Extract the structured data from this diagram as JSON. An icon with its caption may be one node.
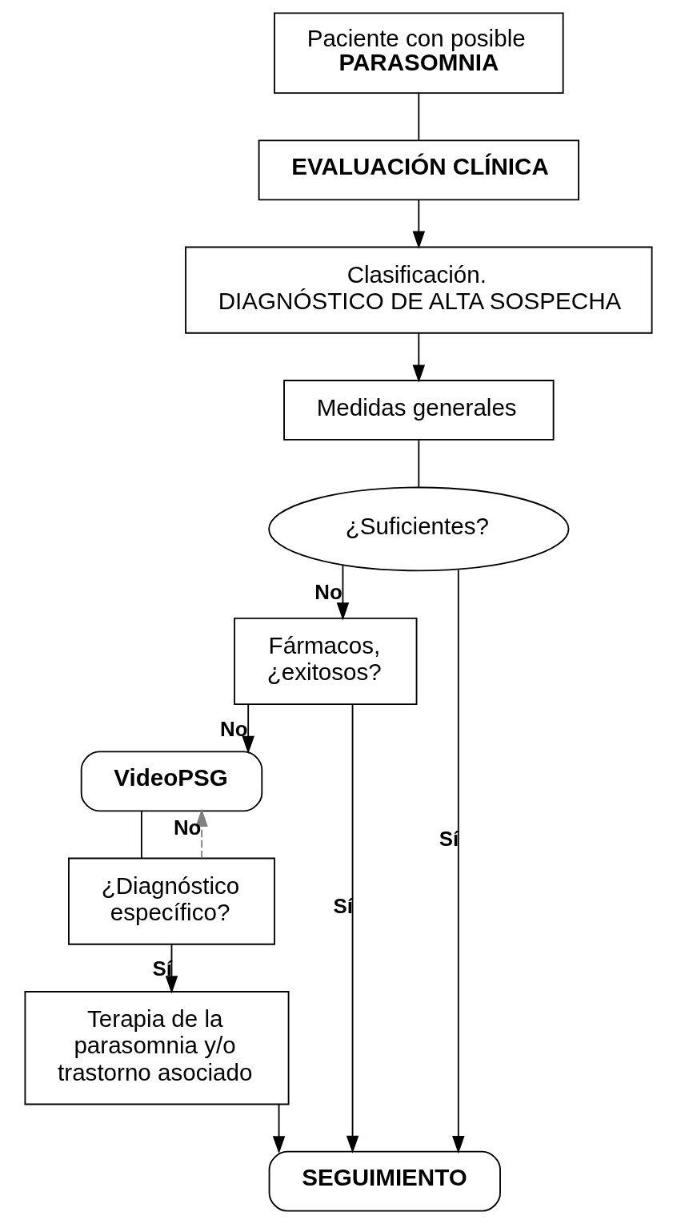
{
  "diagram": {
    "nodes": [
      {
        "text": [
          "Paciente con posible",
          "PARASOMNIA"
        ]
      },
      {
        "text": [
          "EVALUACIÓN CLÍNICA"
        ]
      },
      {
        "text": [
          "Clasificación.",
          "DIAGNÓSTICO DE ALTA SOSPECHA"
        ]
      },
      {
        "text": [
          "Medidas generales"
        ]
      },
      {
        "text": [
          "¿Suficientes?"
        ]
      },
      {
        "text": [
          "Fármacos, ¿exitosos?"
        ]
      },
      {
        "text": [
          "VideoPSG"
        ]
      },
      {
        "text": [
          "¿Diagnóstico específico?"
        ]
      },
      {
        "text": [
          "Terapia de la parasomnia y/o trastorno asociado"
        ]
      },
      {
        "text": [
          "SEGUIMIENTO"
        ]
      }
    ],
    "edges": [
      {
        "from": 0,
        "to": 1,
        "arrow": "none"
      },
      {
        "from": 1,
        "to": 2,
        "arrow": "to"
      },
      {
        "from": 2,
        "to": 3,
        "arrow": "to"
      },
      {
        "from": 3,
        "to": 4,
        "arrow": "none"
      },
      {
        "from": 4,
        "to": 9,
        "arrow": "to",
        "label": "Sí"
      },
      {
        "from": 4,
        "to": 5,
        "arrow": "to",
        "label": "No"
      },
      {
        "from": 5,
        "to": 9,
        "arrow": "to",
        "label": "Sí"
      },
      {
        "from": 5,
        "to": 6,
        "arrow": "to",
        "label": "No"
      },
      {
        "from": 6,
        "to": 7,
        "arrow": "none"
      },
      {
        "from": 7,
        "to": 6,
        "arrow": "to",
        "label": "No",
        "style": "dashed",
        "color": "#808080"
      },
      {
        "from": 7,
        "to": 8,
        "arrow": "to",
        "label": "Sí"
      },
      {
        "from": 8,
        "to": 9,
        "arrow": "to"
      }
    ]
  }
}
